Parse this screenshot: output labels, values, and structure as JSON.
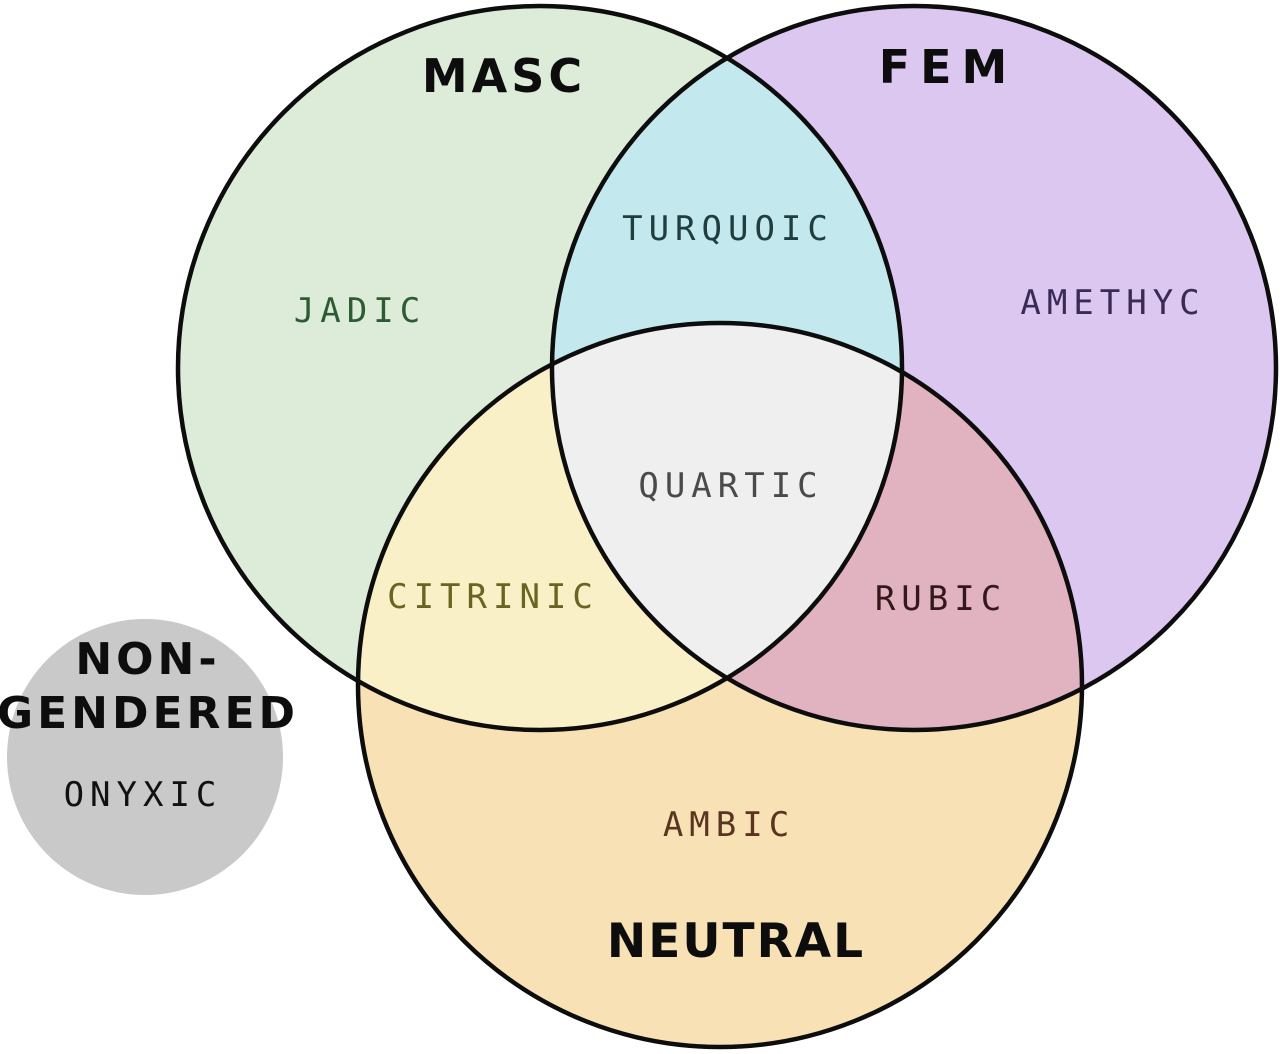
{
  "page": {
    "background": "#ffffff",
    "outline_color": "#0d0d0d"
  },
  "venn": {
    "sets": [
      {
        "id": "masc",
        "label": "MASC",
        "gem": "JADIC",
        "fill": "#dcecd9",
        "gem_color": "#2d5c33"
      },
      {
        "id": "fem",
        "label": "FEM",
        "gem": "AMETHYC",
        "fill": "#dbc7f0",
        "gem_color": "#3a2a56"
      },
      {
        "id": "neutral",
        "label": "NEUTRAL",
        "gem": "AMBIC",
        "fill": "#f8e2b5",
        "gem_color": "#5a3420"
      }
    ],
    "overlaps": [
      {
        "id": "masc-fem",
        "gem": "TURQUOIC",
        "fill": "#c3e8ee",
        "gem_color": "#203d3f"
      },
      {
        "id": "masc-neutral",
        "gem": "CITRINIC",
        "fill": "#faf0c8",
        "gem_color": "#6b6420"
      },
      {
        "id": "fem-neutral",
        "gem": "RUBIC",
        "fill": "#e1b2bf",
        "gem_color": "#33181c"
      },
      {
        "id": "masc-fem-neutral",
        "gem": "QUARTIC",
        "fill": "#efefef",
        "gem_color": "#4a4a4a"
      }
    ],
    "standalone": {
      "label_line1": "NON-",
      "label_line2": "GENDERED",
      "gem": "ONYXIC",
      "fill": "#c9c9c9",
      "gem_color": "#111111"
    }
  }
}
